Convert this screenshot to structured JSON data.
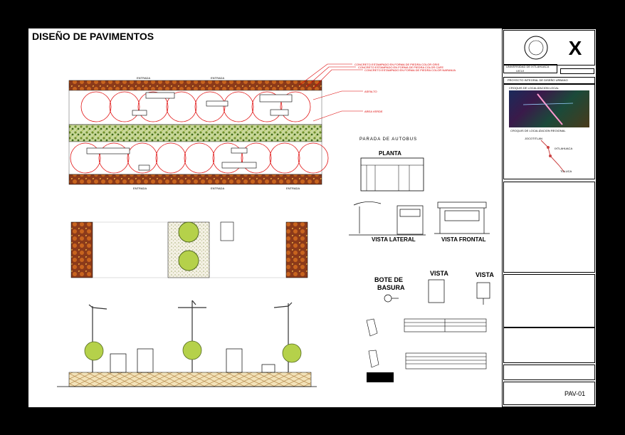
{
  "sheet_title": "DISEÑO DE PAVIMENTOS",
  "callouts": {
    "c1": "CONCRETO ESTAMPADO EN FORMA DE PIEDRA COLOR GRIS",
    "c2": "CONCRETO ESTAMPADO EN FORMA DE PIEDRA COLOR CAFE",
    "c3": "CONCRETO ESTAMPADO EN FORMA DE PIEDRA COLOR NARANJA",
    "asfalto": "ASFALTO",
    "area_verde": "AREA VERDE"
  },
  "entrada": "ENTRADA",
  "bus_stop": {
    "title": "PARADA DE AUTOBUS",
    "planta": "PLANTA",
    "vista_lateral": "VISTA LATERAL",
    "vista_frontal": "VISTA FRONTAL"
  },
  "trash": {
    "title_line1": "BOTE DE",
    "title_line2": "BASURA",
    "vista1": "VISTA",
    "vista2": "VISTA"
  },
  "title_block": {
    "university": "UNIVERSIDAD DE IXTLAHUACA",
    "university_abbr": "UICUI",
    "project": "PROYECTO INTEGRAL DE DISEÑO URBANO",
    "croquis_local": "CROQUIS DE LOCALIZACION LOCAL",
    "croquis_regional": "CROQUIS DE LOCALIZACION REGIONAL",
    "location": "JOCOTITLAN",
    "location2": "IXTLAHUACA",
    "location3": "TOLUCA",
    "sheet_code": "PAV-01"
  },
  "colors": {
    "background": "#000000",
    "sheet": "#ffffff",
    "asphalt": "#ffffff",
    "stone_band": "#8b3a1a",
    "green_area": "#6f8f2a",
    "circle_red": "#e01010",
    "tree": "#b5d14a",
    "lamp": "#5577aa"
  }
}
